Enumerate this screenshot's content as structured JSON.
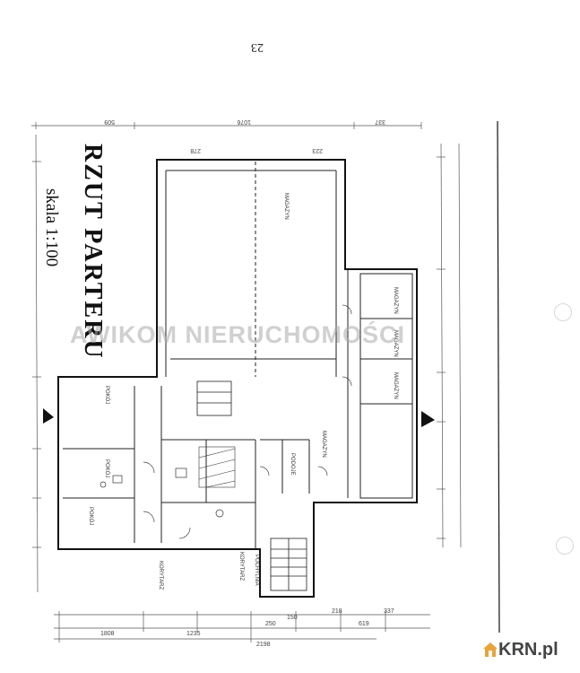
{
  "page_number": "23",
  "title": "RZUT PARTERU",
  "scale_label": "skala 1:100",
  "watermark": "AWIKOM NIERUCHOMOŚCI",
  "logo": {
    "text": "KRN.pl",
    "icon": "house-icon",
    "color": "#e8a33a"
  },
  "rooms": [
    {
      "label": "MAGAZYN"
    },
    {
      "label": "MAGAZYN"
    },
    {
      "label": "MAGAZYN"
    },
    {
      "label": "MAGAZYN"
    },
    {
      "label": "POKÓJ"
    },
    {
      "label": "POKÓJ"
    },
    {
      "label": "POKÓJ"
    },
    {
      "label": "KORYTARZ"
    },
    {
      "label": "KORYTARZ"
    },
    {
      "label": "MAGAZYN"
    },
    {
      "label": "PODOJE"
    },
    {
      "label": "POCHYLNIA"
    }
  ],
  "dimensions": {
    "top": [
      "509",
      "1076",
      "337",
      "223",
      "278"
    ],
    "bottom": [
      "1808",
      "1235",
      "2198",
      "250",
      "150",
      "619",
      "337",
      "218"
    ]
  }
}
